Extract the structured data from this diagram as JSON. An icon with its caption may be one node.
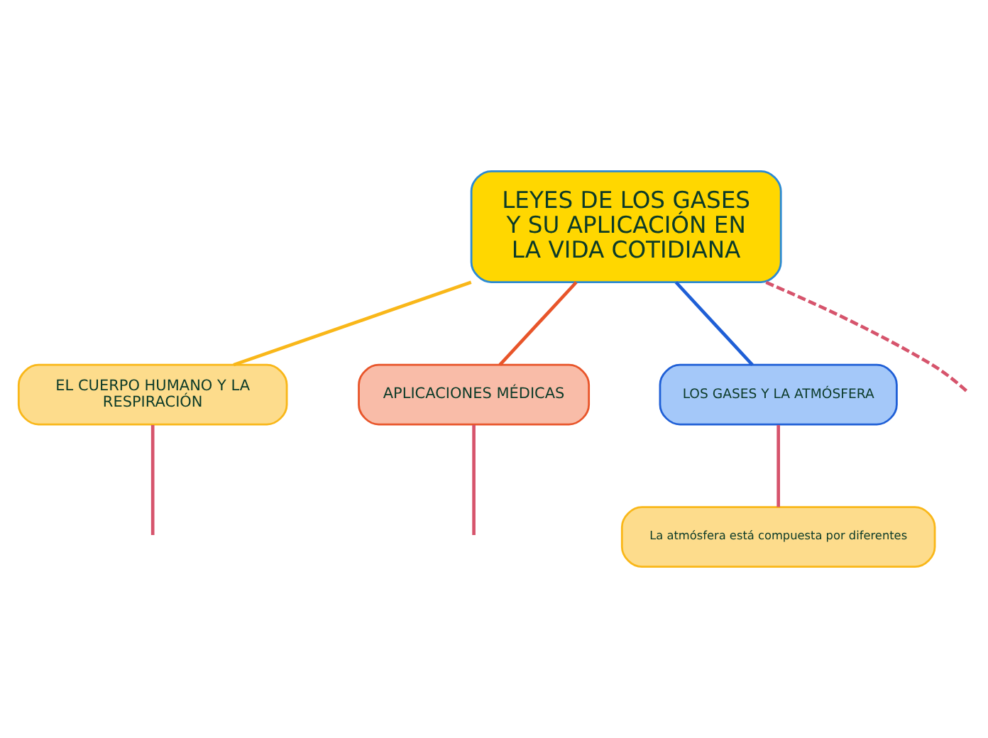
{
  "diagram": {
    "nodes": [
      {
        "text": [
          "LEYES DE LOS GASES Y SU APLICACIÓN EN LA VIDA COTIDIANA"
        ]
      },
      {
        "text": [
          "EL CUERPO HUMANO Y LA RESPIRACIÓN"
        ]
      },
      {
        "text": [
          "APLICACIONES MÉDICAS"
        ]
      },
      {
        "text": [
          "LOS GASES Y LA ATMÓSFERA"
        ]
      },
      {
        "text": [
          "La atmósfera está compuesta por diferentes"
        ]
      }
    ],
    "edges": [
      {
        "from": 0,
        "to": 1,
        "arrow": "none",
        "color": "#f9b719"
      },
      {
        "from": 1,
        "to": null,
        "arrow": "none"
      },
      {
        "from": 0,
        "to": 2,
        "arrow": "none",
        "color": "#e8552a"
      },
      {
        "from": 2,
        "to": null,
        "arrow": "none"
      },
      {
        "from": 0,
        "to": null,
        "arrow": "none",
        "style": "dashed"
      },
      {
        "from": 0,
        "to": 3,
        "arrow": "none",
        "color": "#1f5fd6"
      },
      {
        "from": 3,
        "to": 4,
        "arrow": "none"
      }
    ]
  }
}
